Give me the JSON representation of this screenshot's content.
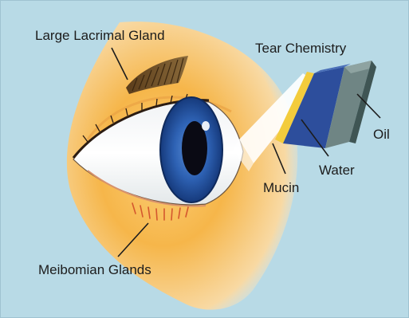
{
  "labels": {
    "lacrimal_gland": "Large Lacrimal Gland",
    "tear_chemistry": "Tear Chemistry",
    "oil": "Oil",
    "water": "Water",
    "mucin": "Mucin",
    "meibomian_glands": "Meibomian Glands"
  },
  "colors": {
    "background": "#b8dae6",
    "skin_glow": "#f6b64a",
    "iris": "#2a5aa8",
    "mucin_layer": "#f3cc3c",
    "water_layer": "#2d4e9c",
    "oil_layer": "#6f8584"
  }
}
